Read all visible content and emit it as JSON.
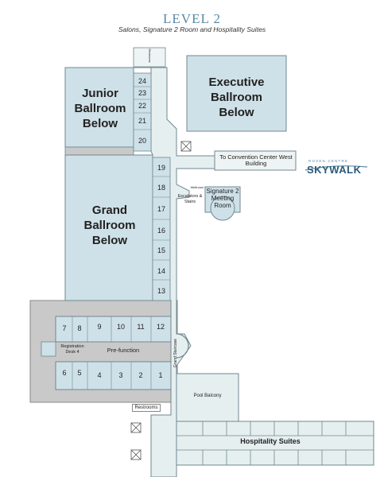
{
  "title": "LEVEL 2",
  "subtitle": "Salons, Signature 2 Room and Hospitality Suites",
  "areas": {
    "junior_ballroom": "Junior Ballroom Below",
    "grand_ballroom": "Grand Ballroom Below",
    "executive_ballroom": "Executive Ballroom Below",
    "signature_2": "Signature 2 Meeting Room",
    "convention_center": "To Convention Center West Building",
    "escalators": "Escalators & Stairs",
    "registration": "Registration Desk 4",
    "prefunction": "Pre-function",
    "grand_staircase": "Grand Staircase",
    "pool_balcony": "Pool Balcony",
    "restrooms": "Restrooms",
    "hospitality_suites": "Hospitality Suites",
    "restrooms_top": "Restrooms",
    "wellroom": "Wellroom",
    "skywalk_top": "ROSEN CENTRE",
    "skywalk": "SKYWALK"
  },
  "rooms_east": [
    "24",
    "23",
    "22",
    "21",
    "20",
    "19",
    "18",
    "17",
    "16",
    "15",
    "14",
    "13"
  ],
  "rooms_top_row": [
    "7",
    "8",
    "9",
    "10",
    "11",
    "12"
  ],
  "rooms_bottom_row": [
    "6",
    "5",
    "4",
    "3",
    "2",
    "1"
  ],
  "colors": {
    "title": "#5a8aa6",
    "room_fill": "#cfe1e8",
    "corridor": "#e6efef",
    "gray_block": "#c9c9c9",
    "outline": "#6f8791"
  }
}
